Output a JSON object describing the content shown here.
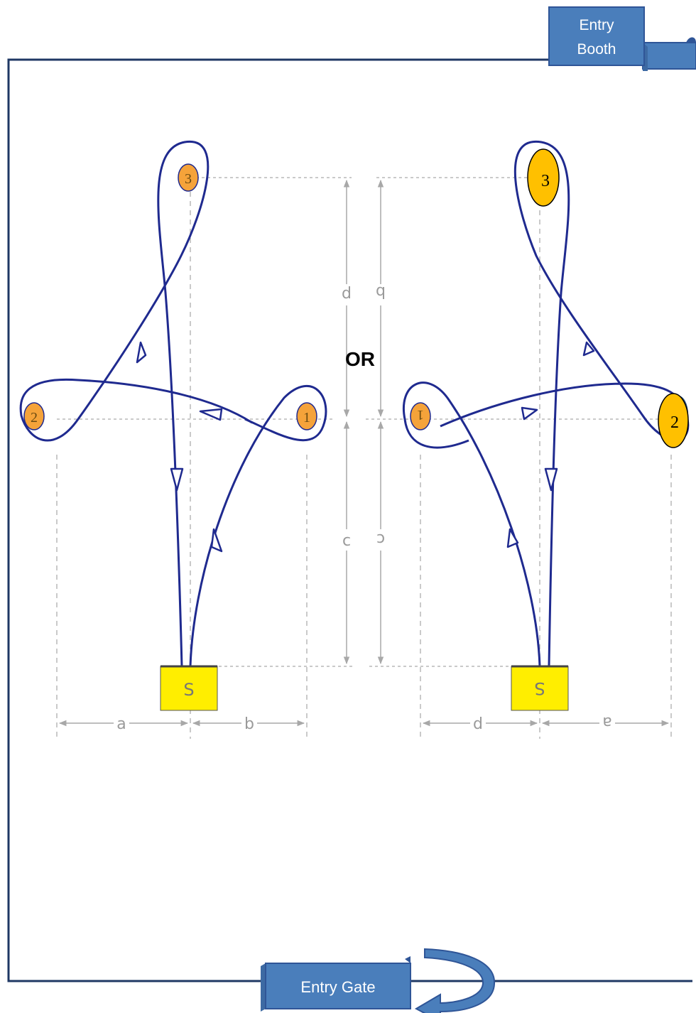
{
  "labels": {
    "entry_booth_line1": "Entry",
    "entry_booth_line2": "Booth",
    "entry_gate": "Entry Gate",
    "or": "OR"
  },
  "left_pattern": {
    "markers": [
      "1",
      "2",
      "3"
    ],
    "start": "S",
    "dimensions": [
      "a",
      "b",
      "c",
      "d"
    ]
  },
  "right_pattern": {
    "markers": [
      "1",
      "2",
      "3"
    ],
    "start": "S",
    "dimensions": [
      "d",
      "a",
      "c",
      "b"
    ]
  },
  "colors": {
    "arena_border": "#1f3864",
    "path": "#1f2a8f",
    "barrel_orange": "#f5a33a",
    "barrel_yellow": "#ffc000",
    "start_box": "#ffee00",
    "sign_fill": "#4a7ebb",
    "sign_border": "#2f5597",
    "dimension_line": "#b0b0b0"
  }
}
